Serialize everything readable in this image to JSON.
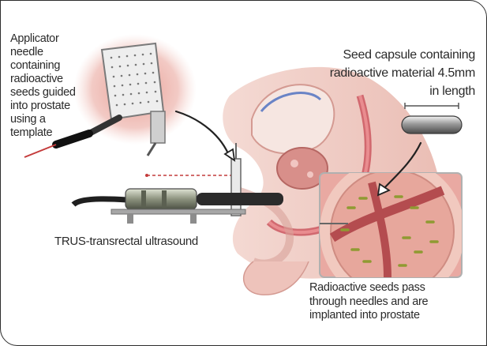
{
  "labels": {
    "applicator": "Applicator\nneedle\ncontaining\nradioactive\nseeds guided\ninto prostate\nusing a\ntemplate",
    "seed_capsule": "Seed capsule containing\nradioactive material 4.5mm\nin length",
    "trus": "TRUS-transrectal ultrasound",
    "seeds_pass": "Radioactive seeds pass\nthrough needles and are\nimplanted into prostate"
  },
  "colors": {
    "frame_border": "#2d2d2d",
    "tissue_pink": "#e7b3ab",
    "template_glow": "#e6958b",
    "prostate_tissue": "#d88f8a",
    "seed_green": "#8f9a32"
  }
}
